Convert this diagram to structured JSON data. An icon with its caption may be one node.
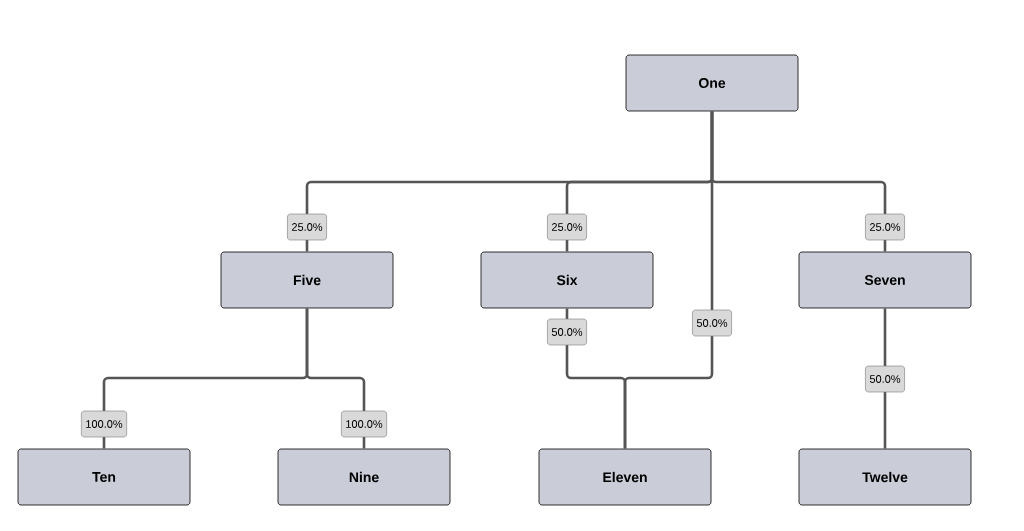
{
  "diagram": {
    "nodes": [
      {
        "text": [
          "One"
        ]
      },
      {
        "text": [
          "Five"
        ]
      },
      {
        "text": [
          "Six"
        ]
      },
      {
        "text": [
          "Seven"
        ]
      },
      {
        "text": [
          "Ten"
        ]
      },
      {
        "text": [
          "Nine"
        ]
      },
      {
        "text": [
          "Eleven"
        ]
      },
      {
        "text": [
          "Twelve"
        ]
      }
    ],
    "edges": [
      {
        "from": 0,
        "to": 1,
        "arrow": "none",
        "label": "25.0%"
      },
      {
        "from": 0,
        "to": 2,
        "arrow": "none",
        "label": "25.0%"
      },
      {
        "from": 0,
        "to": 3,
        "arrow": "none",
        "label": "25.0%"
      },
      {
        "from": 0,
        "to": 6,
        "arrow": "none",
        "label": "50.0%"
      },
      {
        "from": 1,
        "to": 4,
        "arrow": "none",
        "label": "100.0%"
      },
      {
        "from": 1,
        "to": 5,
        "arrow": "none",
        "label": "100.0%"
      },
      {
        "from": 2,
        "to": 6,
        "arrow": "none",
        "label": "50.0%"
      },
      {
        "from": 3,
        "to": 7,
        "arrow": "none",
        "label": "50.0%"
      }
    ]
  }
}
